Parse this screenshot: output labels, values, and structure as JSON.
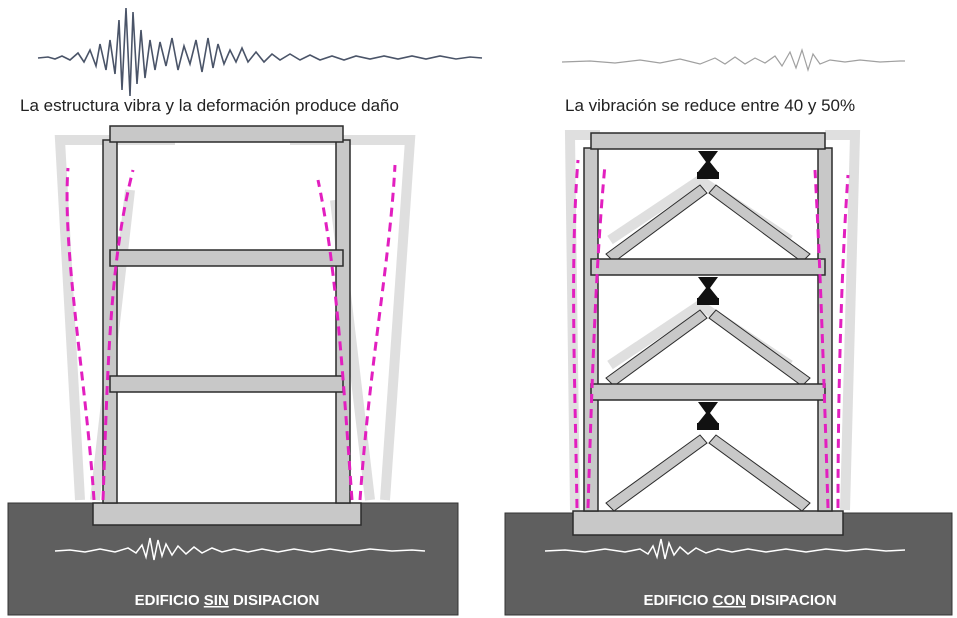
{
  "left_panel": {
    "caption": "La estructura vibra y la deformación produce daño",
    "label_prefix": "EDIFICIO ",
    "label_emphasis": "SIN",
    "label_suffix": " DISIPACION"
  },
  "right_panel": {
    "caption": "La vibración se reduce entre 40 y 50%",
    "label_prefix": "EDIFICIO ",
    "label_emphasis": "CON",
    "label_suffix": " DISIPACION"
  },
  "colors": {
    "ground": "#5f5f5f",
    "frame_fill": "#c8c8c8",
    "frame_stroke": "#2b2b2b",
    "ghost": "#dcdcdc",
    "deformation_curve": "#e21fbf",
    "seismogram_strong": "#4a5468",
    "seismogram_weak": "#a0a0a0",
    "damper": "#111111"
  }
}
